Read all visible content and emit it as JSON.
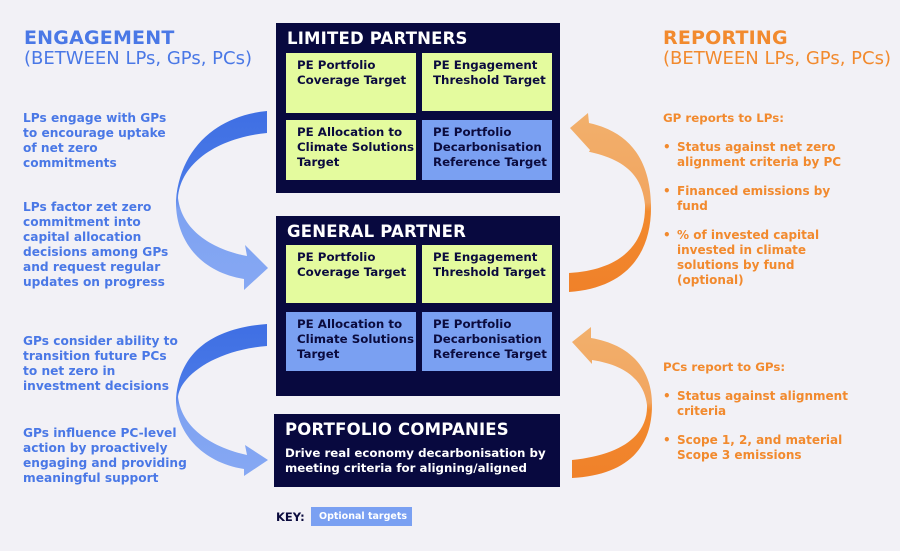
{
  "engagement": {
    "title": "ENGAGEMENT",
    "subtitle": "(BETWEEN LPs, GPs, PCs)",
    "notes": [
      "LPs engage with GPs to encourage uptake of net zero commitments",
      "LPs factor zet zero commitment into capital allocation decisions among GPs and request regular updates on progress",
      "GPs consider ability to transition future PCs to net zero in investment decisions",
      "GPs influence PC-level action by proactively engaging and providing meaningful support"
    ]
  },
  "reporting": {
    "title": "REPORTING",
    "subtitle": "(BETWEEN LPs, GPs, PCs)",
    "gp_to_lp": {
      "title": "GP reports to LPs:",
      "items": [
        "Status against net zero alignment criteria by PC",
        "Financed emissions by fund",
        "% of invested capital invested in climate solutions by fund (optional)"
      ]
    },
    "pc_to_gp": {
      "title": "PCs report to GPs:",
      "items": [
        "Status against alignment criteria",
        "Scope 1, 2, and material Scope 3 emissions"
      ]
    }
  },
  "limited_partners": {
    "title": "LIMITED PARTNERS",
    "targets": [
      {
        "label": "PE Portfolio Coverage Target",
        "optional": false
      },
      {
        "label": "PE Engagement Threshold Target",
        "optional": false
      },
      {
        "label": "PE Allocation to Climate Solutions Target",
        "optional": false
      },
      {
        "label": "PE Portfolio Decarbonisation Reference Target",
        "optional": true
      }
    ]
  },
  "general_partner": {
    "title": "GENERAL PARTNER",
    "targets": [
      {
        "label": "PE Portfolio Coverage Target",
        "optional": false
      },
      {
        "label": "PE Engagement Threshold Target",
        "optional": false
      },
      {
        "label": "PE Allocation to Climate Solutions Target",
        "optional": true
      },
      {
        "label": "PE Portfolio Decarbonisation Reference Target",
        "optional": true
      }
    ]
  },
  "portfolio_companies": {
    "title": "PORTFOLIO COMPANIES",
    "description": "Drive real economy decarbonisation by meeting criteria for aligning/aligned"
  },
  "key": {
    "label": "KEY:",
    "optional_label": "Optional targets"
  },
  "colors": {
    "navy": "#08093f",
    "target_green": "#e4fb9e",
    "optional_blue": "#7aa0f2",
    "engagement_blue": "#4a78e6",
    "reporting_orange": "#f28a2e",
    "background": "#f2f1f6"
  }
}
